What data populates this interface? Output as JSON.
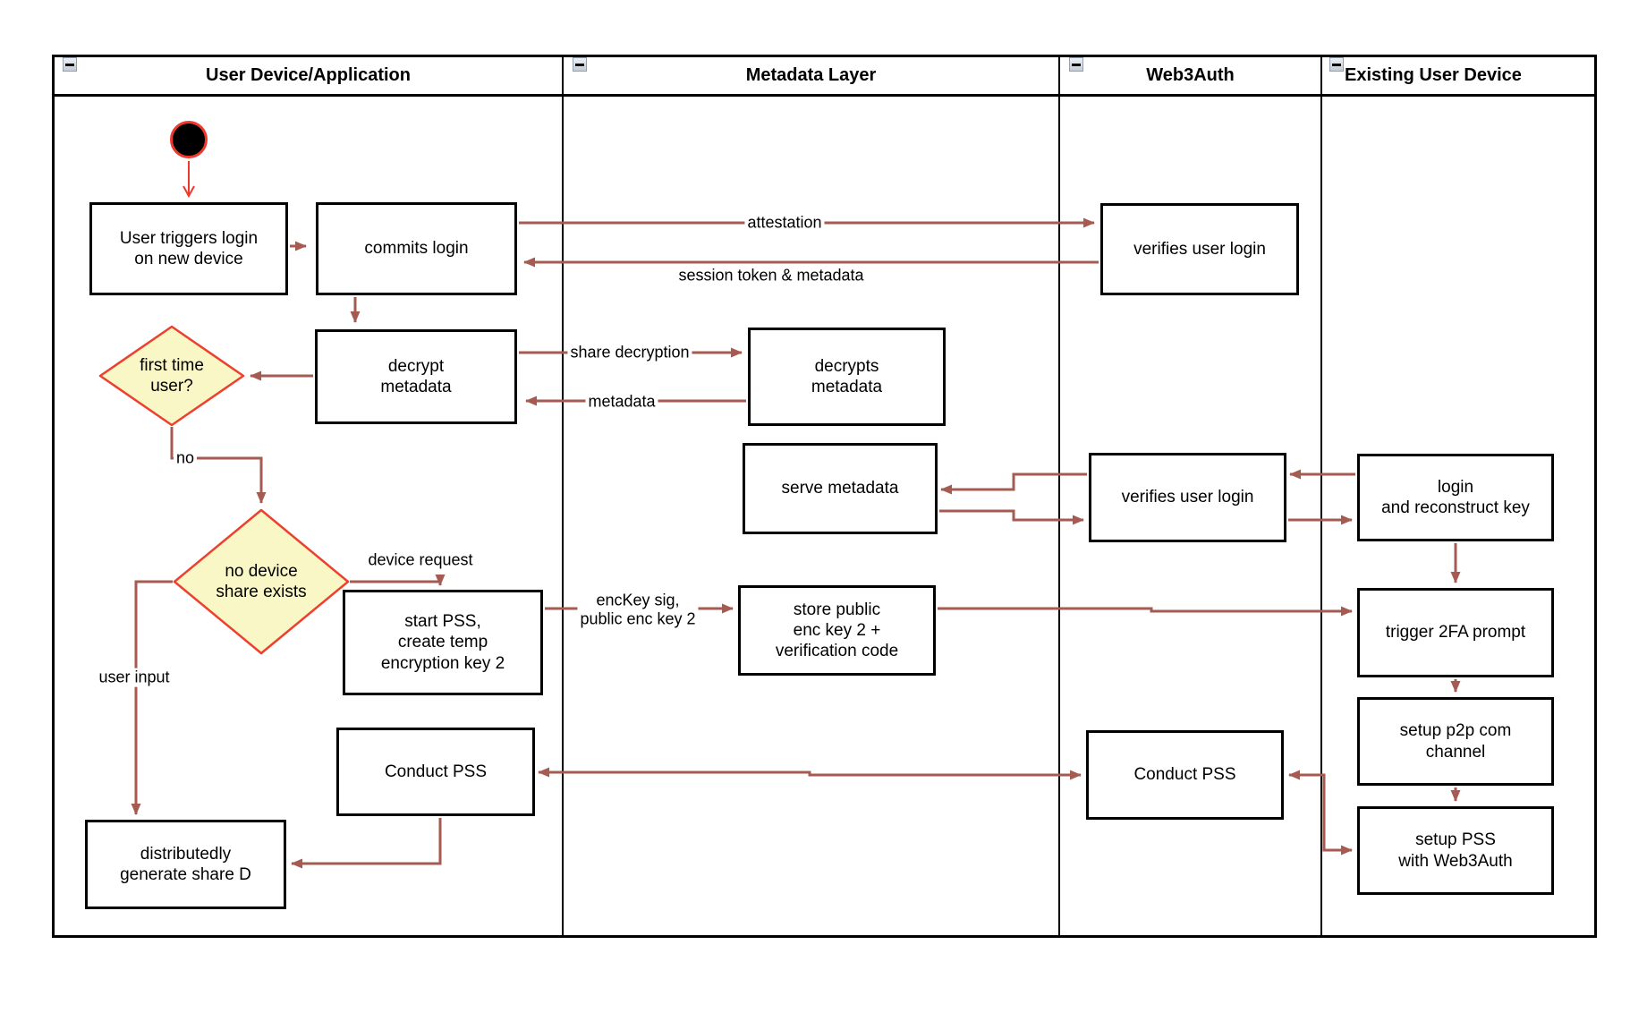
{
  "lanes": [
    {
      "title": "User Device/Application"
    },
    {
      "title": "Metadata Layer"
    },
    {
      "title": "Web3Auth"
    },
    {
      "title": "Existing User Device"
    }
  ],
  "nodes": {
    "user_triggers": {
      "label": "User triggers login\non new device"
    },
    "commits_login": {
      "label": "commits login"
    },
    "decrypt_metadata": {
      "label": "decrypt\nmetadata"
    },
    "first_time_user": {
      "label": "first time\nuser?"
    },
    "no_device_share": {
      "label": "no device\nshare exists"
    },
    "start_pss": {
      "label": "start PSS,\ncreate temp\nencryption key 2"
    },
    "conduct_pss_device": {
      "label": "Conduct PSS"
    },
    "generate_share_d": {
      "label": "distributedly\ngenerate share D"
    },
    "decrypts_metadata": {
      "label": "decrypts\nmetadata"
    },
    "serve_metadata": {
      "label": "serve metadata"
    },
    "store_public_key": {
      "label": "store public\nenc key 2 +\nverification code"
    },
    "verifies_user_login_top": {
      "label": "verifies user login"
    },
    "verifies_user_login_mid": {
      "label": "verifies user login"
    },
    "conduct_pss_web3auth": {
      "label": "Conduct PSS"
    },
    "login_reconstruct": {
      "label": "login\nand reconstruct key"
    },
    "trigger_2fa": {
      "label": "trigger 2FA prompt"
    },
    "setup_p2p": {
      "label": "setup p2p com\nchannel"
    },
    "setup_pss": {
      "label": "setup PSS\nwith Web3Auth"
    }
  },
  "edge_labels": {
    "attestation": "attestation",
    "session_token": "session token & metadata",
    "share_decryption": "share decryption",
    "metadata": "metadata",
    "no": "no",
    "device_request": "device request",
    "user_input": "user input",
    "enckey": "encKey sig,\npublic enc key 2"
  },
  "colors": {
    "arrow": "#a65b52",
    "red": "#ee3a2c",
    "diamond_fill": "#f9f7c5",
    "diamond_border": "#ed402f"
  }
}
